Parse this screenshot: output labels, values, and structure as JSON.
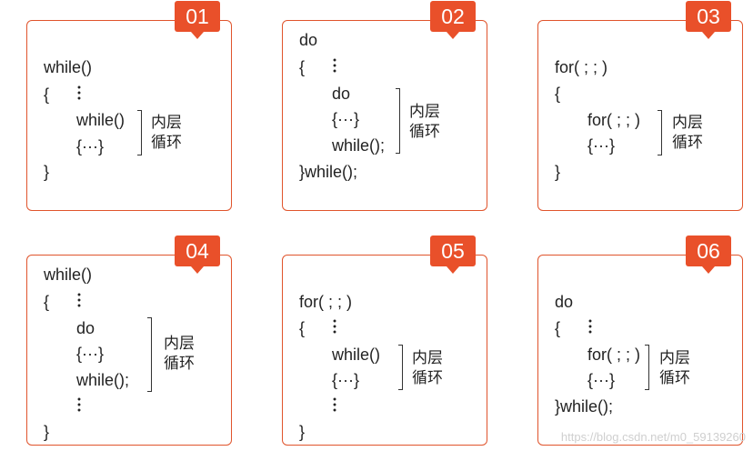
{
  "cards": [
    {
      "badge": "01",
      "lines": [
        "while()",
        "{",
        "while()",
        "{···}",
        "}"
      ],
      "label": "内层循环"
    },
    {
      "badge": "02",
      "lines": [
        "do",
        "{",
        "do",
        "{···}",
        "while();",
        "}while();"
      ],
      "label": "内层循环"
    },
    {
      "badge": "03",
      "lines": [
        "for( ; ; )",
        "{",
        "for( ; ; )",
        "{···}",
        "}"
      ],
      "label": "内层循环"
    },
    {
      "badge": "04",
      "lines": [
        "while()",
        "{",
        "do",
        "{···}",
        "while();",
        "}"
      ],
      "label": "内层循环"
    },
    {
      "badge": "05",
      "lines": [
        "for( ; ; )",
        "{",
        "while()",
        "{···}",
        "}"
      ],
      "label": "内层循环"
    },
    {
      "badge": "06",
      "lines": [
        "do",
        "{",
        "for( ; ; )",
        "{···}",
        "}while();"
      ],
      "label": "内层循环"
    }
  ],
  "watermark": "https://blog.csdn.net/m0_59139260"
}
